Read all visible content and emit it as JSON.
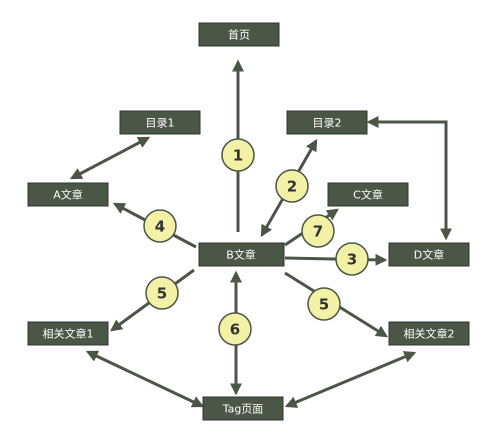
{
  "nodes": {
    "home": "首页",
    "catalog1": "目录1",
    "catalog2": "目录2",
    "article_a": "A文章",
    "article_b": "B文章",
    "article_c": "C文章",
    "article_d": "D文章",
    "related1": "相关文章1",
    "related2": "相关文章2",
    "tag_page": "Tag页面"
  },
  "badges": {
    "b1": "1",
    "b2": "2",
    "b3": "3",
    "b4": "4",
    "b5a": "5",
    "b5b": "5",
    "b6": "6",
    "b7": "7"
  },
  "colors": {
    "node_fill": "#4b5647",
    "arrow": "#4b5647",
    "badge_fill": "#f2f1a6"
  }
}
